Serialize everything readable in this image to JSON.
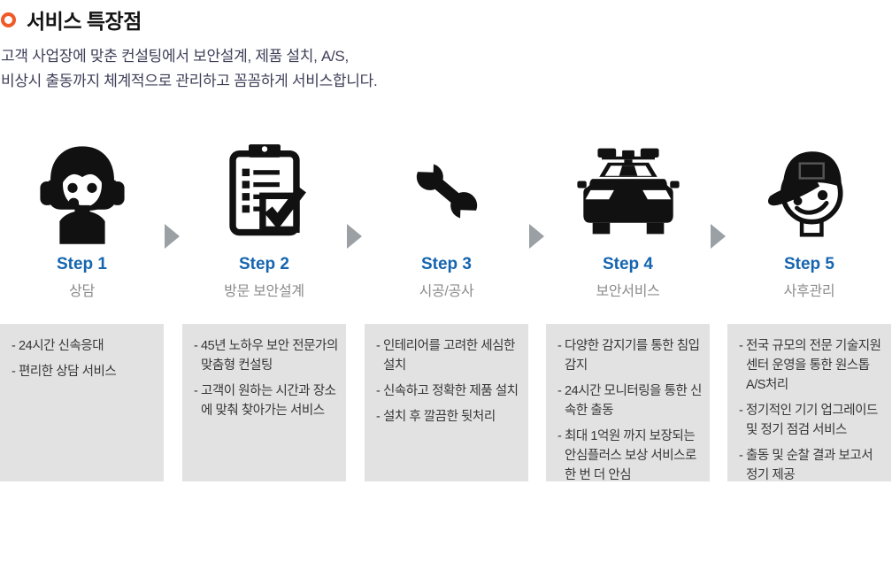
{
  "header": {
    "title": "서비스 특장점",
    "subtitle_line1": "고객 사업장에 맞춘 컨설팅에서 보안설계, 제품 설치, A/S,",
    "subtitle_line2": "비상시 출동까지 체계적으로 관리하고 꼼꼼하게 서비스합니다."
  },
  "colors": {
    "accent_orange": "#f05a28",
    "step_blue": "#1565b0",
    "box_background": "#e2e2e2",
    "arrow_gray": "#9aa0a4",
    "icon_black": "#111111",
    "body_text": "#373737",
    "subtitle_text": "#3e3e58"
  },
  "steps": [
    {
      "label": "Step 1",
      "name": "상담",
      "icon": "headset-operator-icon",
      "points": [
        "24시간 신속응대",
        "편리한 상담 서비스"
      ]
    },
    {
      "label": "Step 2",
      "name": "방문 보안설계",
      "icon": "clipboard-check-icon",
      "points": [
        "45년 노하우 보안 전문가의 맞춤형 컨설팅",
        "고객이 원하는 시간과 장소에 맞춰 찾아가는 서비스"
      ]
    },
    {
      "label": "Step 3",
      "name": "시공/공사",
      "icon": "wrench-icon",
      "points": [
        "인테리어를 고려한 세심한 설치",
        "신속하고 정확한 제품 설치",
        "설치 후 깔끔한 뒷처리"
      ]
    },
    {
      "label": "Step 4",
      "name": "보안서비스",
      "icon": "police-car-icon",
      "points": [
        "다양한 감지기를 통한 침입 감지",
        "24시간 모니터링을 통한 신속한 출동",
        "최대 1억원 까지 보장되는 안심플러스 보상 서비스로 한 번 더 안심"
      ]
    },
    {
      "label": "Step 5",
      "name": "사후관리",
      "icon": "service-engineer-icon",
      "points": [
        "전국 규모의 전문 기술지원 센터 운영을 통한 원스톱 A/S처리",
        "정기적인 기기 업그레이드 및 정기 점검 서비스",
        "출동 및 순찰 결과 보고서 정기 제공"
      ]
    }
  ]
}
